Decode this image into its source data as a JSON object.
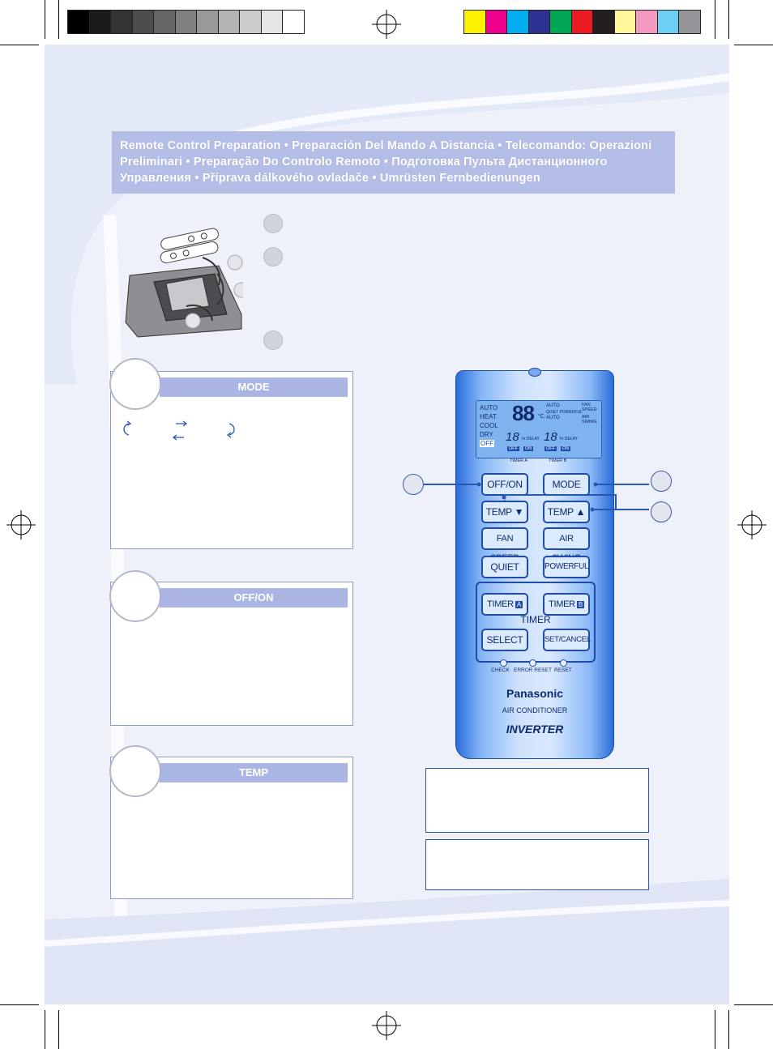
{
  "color_bar": {
    "grays": [
      "#000000",
      "#1a1a1a",
      "#333333",
      "#4d4d4d",
      "#666666",
      "#808080",
      "#999999",
      "#b3b3b3",
      "#cccccc",
      "#e6e6e6",
      "#ffffff"
    ],
    "colors": [
      "#fff200",
      "#ec008c",
      "#00aeef",
      "#2e3192",
      "#00a651",
      "#ed1c24",
      "#231f20",
      "#fff799",
      "#f49ac1",
      "#6dcff6",
      "#939598"
    ]
  },
  "colors": {
    "banner": "#b3bde6",
    "panel_head": "#aab5e3",
    "remote_blue": "#1e4ca8",
    "page_tint": "#eef1fa"
  },
  "banner": {
    "title": "Remote Control Preparation • Preparación Del Mando A Distancia • Telecomando: Operazioni Preliminari • Preparação Do Controlo Remoto • Подготовка Пульта Дистанционного Управления • Příprava dálkového ovladače • Umrüsten Fernbedienungen"
  },
  "panels": {
    "mode": {
      "title": "MODE"
    },
    "on_off": {
      "title": "OFF/ON"
    },
    "temp": {
      "title": "TEMP"
    }
  },
  "remote": {
    "lcd": {
      "modes": [
        "AUTO",
        "HEAT",
        "COOL",
        "DRY",
        "OFF"
      ],
      "big_digits": "88",
      "unit": "°C",
      "right_top": "AUTO",
      "right_mid": "QUIET POWERFUL",
      "right_bot": "AUTO",
      "fan_speed": "FAN SPEED",
      "air_swing": "AIR SWING",
      "timer_digits_a": "18",
      "timer_digits_b": "18",
      "delay": "hr DELAY",
      "off": "OFF",
      "on": "ON",
      "timer_a": "TIMER A",
      "timer_b": "TIMER B"
    },
    "buttons": {
      "off_on": "OFF/ON",
      "mode": "MODE",
      "temp_down": "TEMP ▼",
      "temp_up": "TEMP ▲",
      "fan_speed": "FAN SPEED",
      "air_swing": "AIR SWING",
      "quiet": "QUIET",
      "powerful": "POWERFUL",
      "timer_a": "TIMER",
      "timer_b": "TIMER",
      "timer_a_badge": "A",
      "timer_b_badge": "B",
      "timer_group": "TIMER",
      "select": "SELECT",
      "set_cancel": "SET/CANCEL"
    },
    "indicators": {
      "check": "CHECK",
      "error_reset": "ERROR RESET",
      "reset": "RESET"
    },
    "brand": "Panasonic",
    "subtitle": "AIR CONDITIONER",
    "inverter": "INVERTER"
  }
}
